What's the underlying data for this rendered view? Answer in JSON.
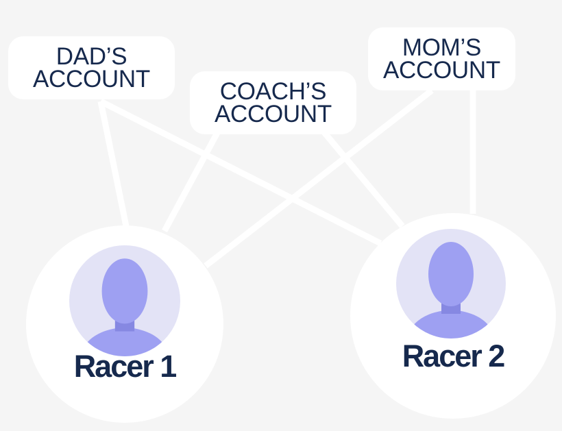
{
  "accounts": [
    {
      "id": "dad",
      "label": "DAD’S\nACCOUNT"
    },
    {
      "id": "coach",
      "label": "COACH’S\nACCOUNT"
    },
    {
      "id": "mom",
      "label": "MOM’S\nACCOUNT"
    }
  ],
  "racers": [
    {
      "id": "racer1",
      "name": "Racer 1",
      "icon": "user-avatar-icon"
    },
    {
      "id": "racer2",
      "name": "Racer 2",
      "icon": "user-avatar-icon"
    }
  ],
  "links": [
    {
      "from": "dad",
      "to": "racer1"
    },
    {
      "from": "dad",
      "to": "racer2"
    },
    {
      "from": "coach",
      "to": "racer1"
    },
    {
      "from": "coach",
      "to": "racer2"
    },
    {
      "from": "mom",
      "to": "racer1"
    },
    {
      "from": "mom",
      "to": "racer2"
    }
  ],
  "colors": {
    "background": "#f5f5f5",
    "node_fill": "#ffffff",
    "text": "#16294d",
    "avatar_bg": "#e3e3f6",
    "avatar_figure": "#9ea0f2",
    "avatar_shadow": "#8688e2"
  }
}
